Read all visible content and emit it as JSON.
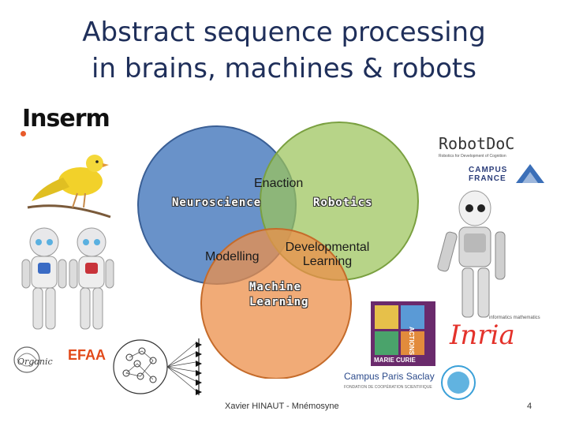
{
  "slide": {
    "title_line1": "Abstract sequence processing",
    "title_line2": "in brains, machines & robots",
    "footer": "Xavier HINAUT - Mnémosyne",
    "page_number": "4"
  },
  "venn": {
    "top_label": "Enaction",
    "left_label": "Neuroscience",
    "right_label": "Robotics",
    "bottom_label_line1": "Machine",
    "bottom_label_line2": "Learning",
    "left_bottom_label": "Modelling",
    "right_bottom_label_line1": "Developmental",
    "right_bottom_label_line2": "Learning",
    "colors": {
      "blue": "#4f7fc0",
      "green": "#9bc45a",
      "orange": "#ec8f4a"
    }
  },
  "logos": {
    "inserm": "Inserm",
    "robotdoc": "RobotDoC",
    "robotdoc_sub": "Robotics for Development of Cognition",
    "campus_france_1": "CAMPUS",
    "campus_france_2": "FRANCE",
    "inria": "Inria",
    "inria_sub": "informatics mathematics",
    "marie_curie_1": "MARIE CURIE",
    "marie_curie_2": "ACTIONS",
    "paris_saclay": "Campus Paris Saclay",
    "paris_saclay_sub": "FONDATION DE COOPÉRATION SCIENTIFIQUE",
    "efaa": "EFAA",
    "organic": "Organic"
  }
}
